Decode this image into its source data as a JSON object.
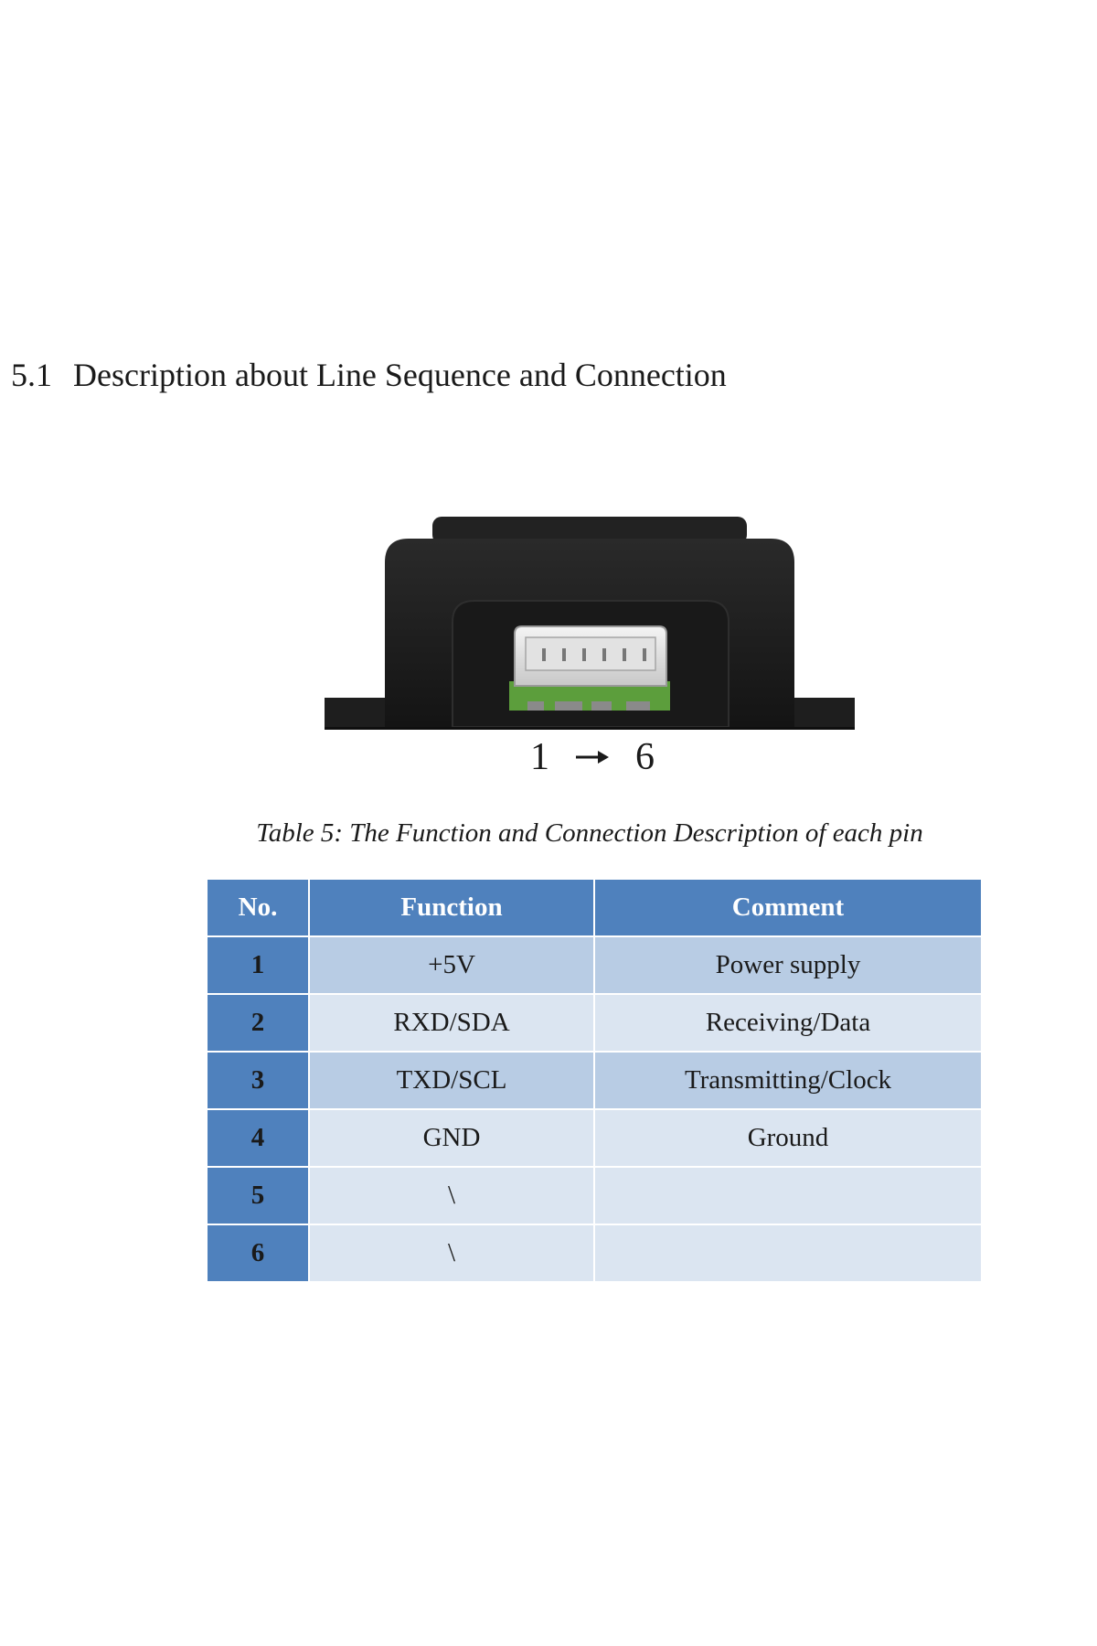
{
  "section": {
    "number": "5.1",
    "title": "Description about Line Sequence and Connection"
  },
  "pin_order": {
    "from": "1",
    "to": "6"
  },
  "caption": "Table 5: The Function and Connection Description of each pin",
  "table": {
    "headers": [
      "No.",
      "Function",
      "Comment"
    ],
    "rows": [
      {
        "no": "1",
        "function": "+5V",
        "comment": "Power supply"
      },
      {
        "no": "2",
        "function": "RXD/SDA",
        "comment": "Receiving/Data"
      },
      {
        "no": "3",
        "function": "TXD/SCL",
        "comment": "Transmitting/Clock"
      },
      {
        "no": "4",
        "function": "GND",
        "comment": "Ground"
      },
      {
        "no": "5",
        "function": "\\",
        "comment": ""
      },
      {
        "no": "6",
        "function": "\\",
        "comment": ""
      }
    ]
  },
  "colors": {
    "header_blue": "#4f81bd",
    "row_dark": "#b8cce4",
    "row_light": "#dbe5f1",
    "device_body": "#1c1c1c",
    "pcb_green": "#5c9e3c"
  }
}
